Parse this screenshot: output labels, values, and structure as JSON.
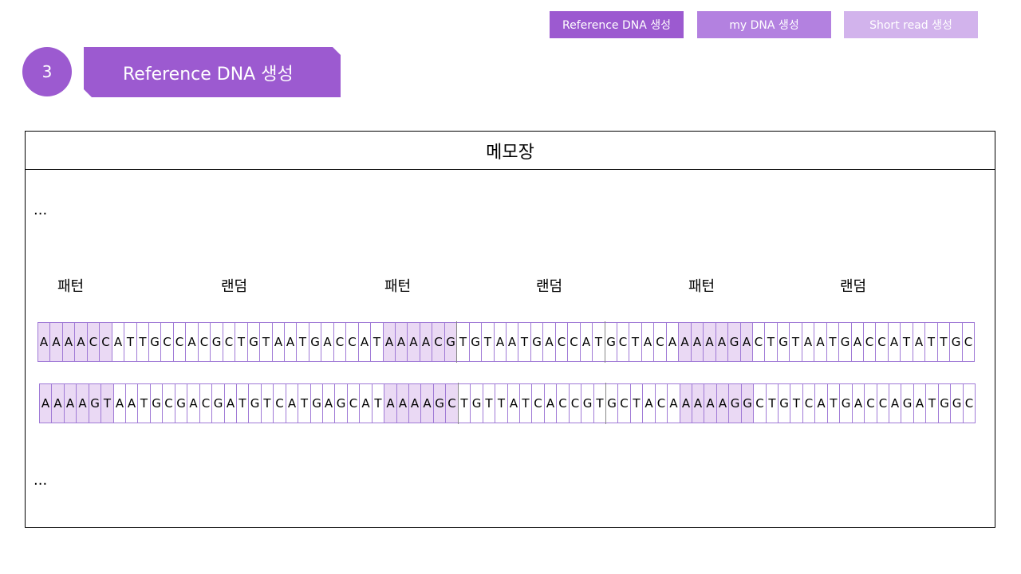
{
  "tabs": [
    {
      "label": "Reference DNA 생성"
    },
    {
      "label": "my DNA 생성"
    },
    {
      "label": "Short read 생성"
    }
  ],
  "step": {
    "number": "3",
    "title": "Reference DNA 생성"
  },
  "memo": {
    "title": "메모장",
    "ellipsis_top": "...",
    "ellipsis_bottom": "...",
    "segment_labels": [
      "패턴",
      "랜덤",
      "패턴",
      "랜덤",
      "패턴",
      "랜덤"
    ]
  },
  "sequences": [
    {
      "bases": "AAAACCATTGCCACGCTGTAATGACCATAAAACGTGTAATGACCATGCTACAAAAAGACTGTAATGACCATATTGC",
      "highlighted": [
        0,
        1,
        2,
        3,
        4,
        5,
        28,
        29,
        30,
        31,
        32,
        33,
        52,
        53,
        54,
        55,
        56,
        57
      ],
      "segment_breaks": [
        34,
        46
      ]
    },
    {
      "bases": "AAAAGTAATGCGACGATGTCATGAGCATAAAAGCTGTTATCACCGTGCTACAAAAAGGCTGTCATGACCAGATGGC",
      "highlighted": [
        0,
        1,
        2,
        3,
        4,
        5,
        28,
        29,
        30,
        31,
        32,
        33,
        52,
        53,
        54,
        55,
        56,
        57
      ],
      "segment_breaks": [
        34,
        46
      ]
    }
  ],
  "colors": {
    "accent": "#9c5ad0",
    "accent_mid": "#b381e0",
    "accent_light": "#d2b3ec",
    "cell_border": "#a07ad6",
    "highlight": "#ead9f4"
  }
}
